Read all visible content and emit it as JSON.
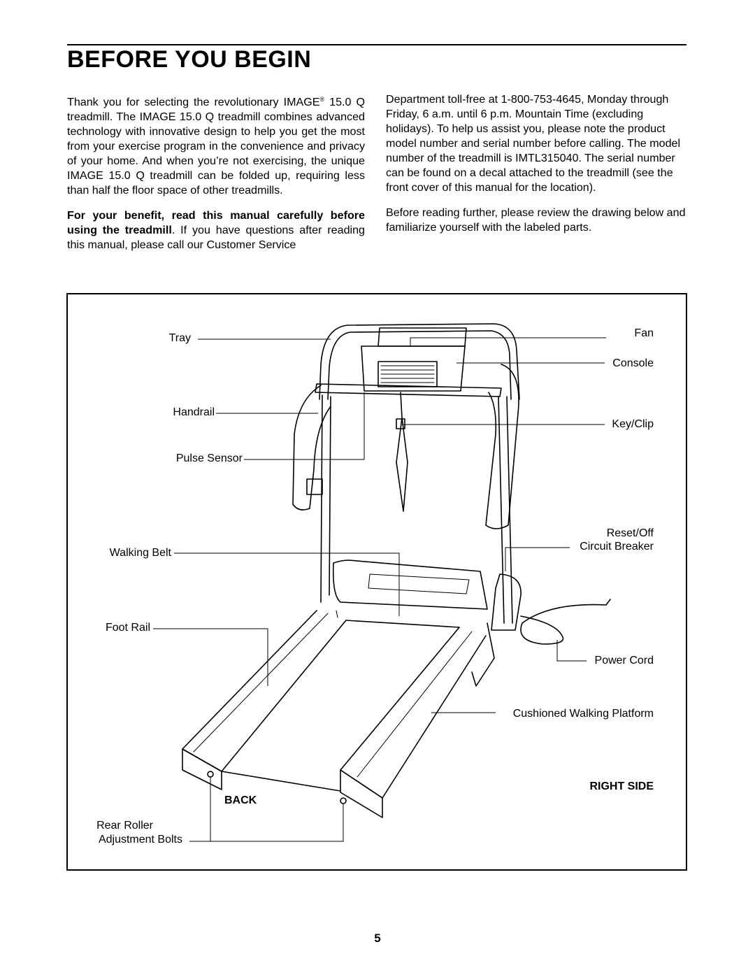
{
  "heading": "BEFORE YOU BEGIN",
  "left_column": {
    "p1_a": "Thank you for selecting the revolutionary IMAGE",
    "p1_reg": "®",
    "p1_b": " 15.0 Q treadmill. The IMAGE 15.0 Q treadmill combines advanced technology with innovative design to help you get the most from your exercise program in the convenience and privacy of your home. And when you’re not exercising, the unique IMAGE 15.0 Q treadmill can be folded up, requiring less than half the floor space of other treadmills.",
    "p2_bold": "For your benefit, read this manual carefully before using the treadmill",
    "p2_rest": ". If you have questions after reading this manual, please call our Customer Service"
  },
  "right_column": {
    "p1": "Department toll-free at 1-800-753-4645, Monday through Friday, 6 a.m. until 6 p.m. Mountain Time (excluding holidays). To help us assist you, please note the product model number and serial number before calling. The model number of the treadmill is IMTL315040. The serial number can be found on a decal attached to the treadmill (see the front cover of this manual for the location).",
    "p2": "Before reading further, please review the drawing below and familiarize yourself with the labeled parts."
  },
  "diagram": {
    "labels": {
      "tray": "Tray",
      "handrail": "Handrail",
      "pulse_sensor": "Pulse Sensor",
      "walking_belt": "Walking Belt",
      "foot_rail": "Foot Rail",
      "rear_roller_1": "Rear Roller",
      "rear_roller_2": "Adjustment Bolts",
      "back": "BACK",
      "fan": "Fan",
      "console": "Console",
      "key_clip": "Key/Clip",
      "reset_1": "Reset/Off",
      "reset_2": "Circuit Breaker",
      "power_cord": "Power Cord",
      "platform": "Cushioned Walking Platform",
      "right_side": "RIGHT SIDE"
    }
  },
  "page_number": "5"
}
